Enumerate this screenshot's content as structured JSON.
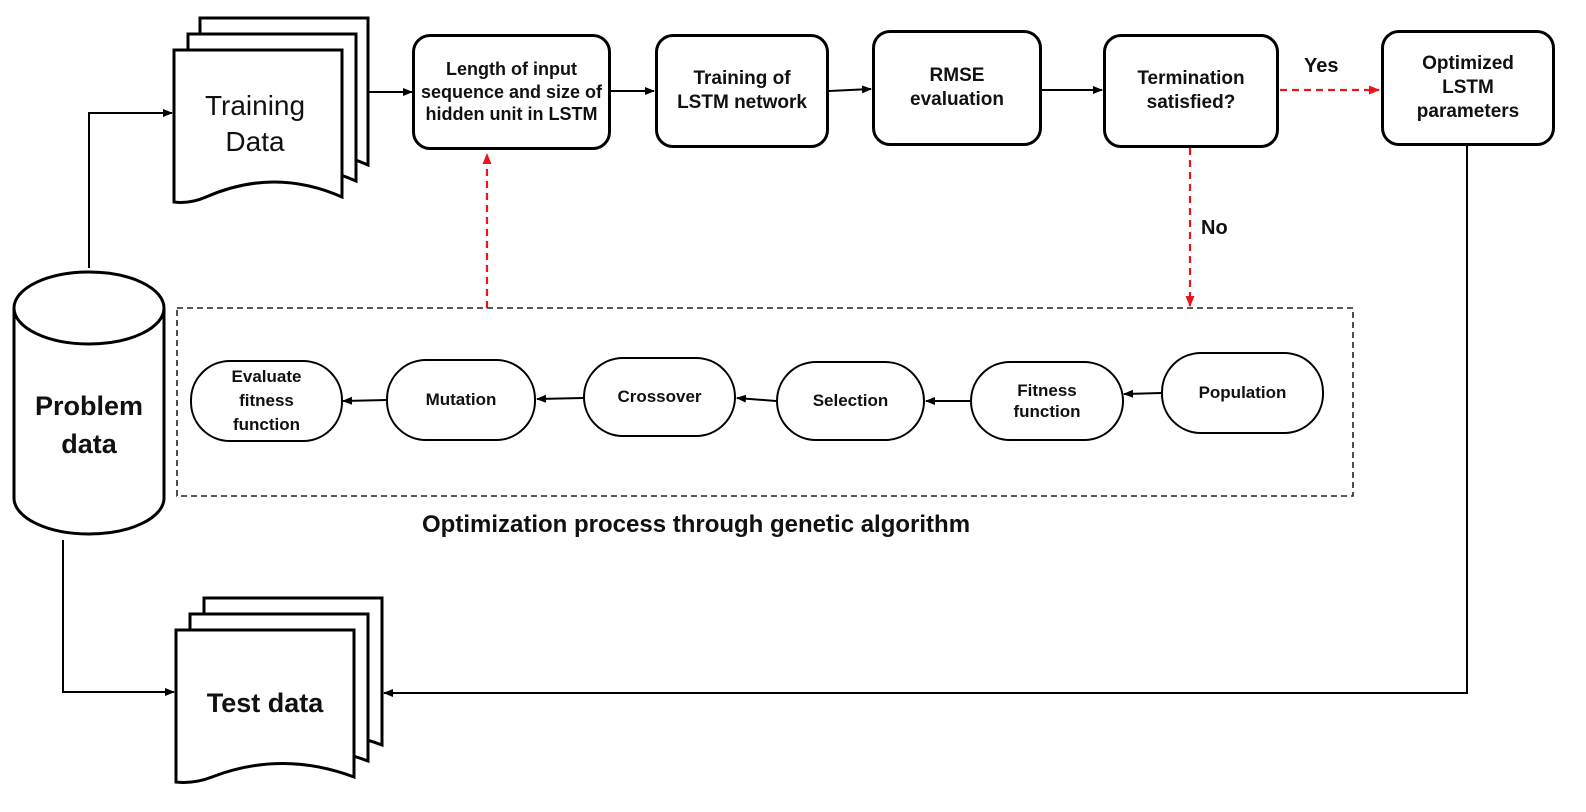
{
  "problem_data": "Problem data",
  "training_data": "Training Data",
  "test_data": "Test data",
  "steps": {
    "length_input": "Length of input sequence and size of hidden unit in LSTM",
    "training_lstm": "Training of LSTM network",
    "rmse": "RMSE evaluation",
    "termination": "Termination satisfied?",
    "optimized": "Optimized LSTM parameters"
  },
  "decisions": {
    "yes": "Yes",
    "no": "No"
  },
  "ga": {
    "caption": "Optimization process through genetic algorithm",
    "population": "Population",
    "fitness_function": "Fitness function",
    "selection": "Selection",
    "crossover": "Crossover",
    "mutation": "Mutation",
    "evaluate": "Evaluate fitness function"
  },
  "colors": {
    "stroke": "#000000",
    "feedback": "#e8161b",
    "background": "#ffffff"
  }
}
